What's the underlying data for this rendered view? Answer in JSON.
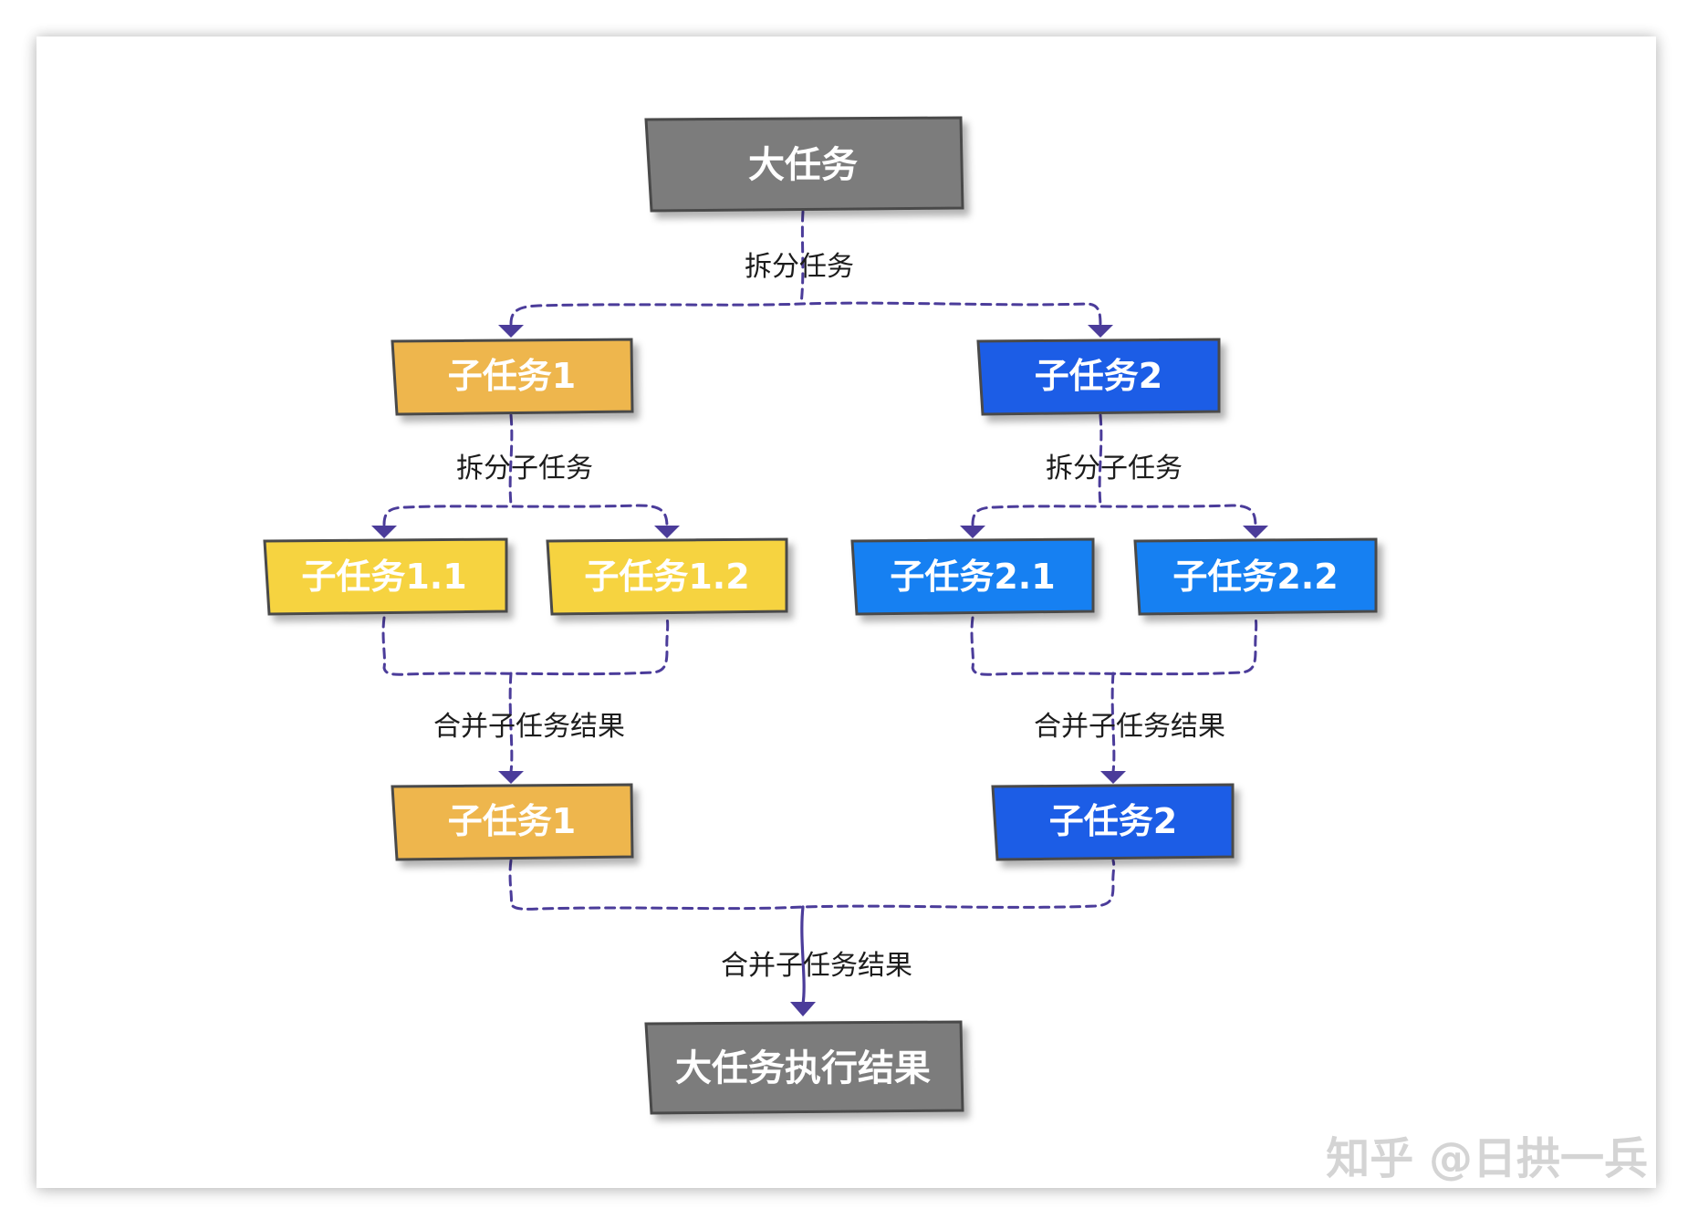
{
  "nodes": {
    "big_task": {
      "label": "大任务",
      "color": "#7c7c7c"
    },
    "sub1": {
      "label": "子任务1",
      "color": "#eeb64d"
    },
    "sub2": {
      "label": "子任务2",
      "color": "#1f5de6"
    },
    "sub1_1": {
      "label": "子任务1.1",
      "color": "#f6d33f"
    },
    "sub1_2": {
      "label": "子任务1.2",
      "color": "#f6d33f"
    },
    "sub2_1": {
      "label": "子任务2.1",
      "color": "#1280f2"
    },
    "sub2_2": {
      "label": "子任务2.2",
      "color": "#1280f2"
    },
    "sub1_result": {
      "label": "子任务1",
      "color": "#eeb64d"
    },
    "sub2_result": {
      "label": "子任务2",
      "color": "#1f5de6"
    },
    "final_result": {
      "label": "大任务执行结果",
      "color": "#7c7c7c"
    }
  },
  "edge_labels": {
    "split_task": "拆分任务",
    "split_sub_left": "拆分子任务",
    "split_sub_right": "拆分子任务",
    "merge_left": "合并子任务结果",
    "merge_right": "合并子任务结果",
    "merge_final": "合并子任务结果"
  },
  "watermark": "知乎 @日拱一兵",
  "colors": {
    "edge": "#4b3c9a",
    "box_border": "#4a4a4a",
    "background": "#ffffff"
  }
}
